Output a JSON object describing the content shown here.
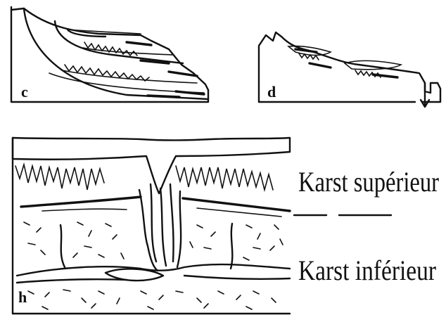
{
  "panels": {
    "c": {
      "label": "c"
    },
    "d": {
      "label": "d"
    },
    "h": {
      "label": "h"
    }
  },
  "legend": {
    "upper": "Karst supérieur",
    "lower": "Karst inférieur"
  }
}
